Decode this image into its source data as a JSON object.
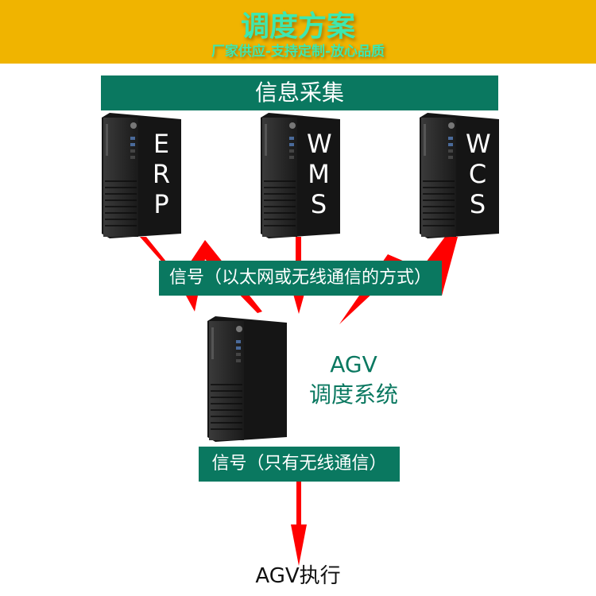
{
  "header": {
    "title": "调度方案",
    "subtitle": "厂家供应-支持定制-放心品质"
  },
  "collect_label": "信息采集",
  "sources": [
    {
      "letters": [
        "E",
        "R",
        "P"
      ]
    },
    {
      "letters": [
        "W",
        "M",
        "S"
      ]
    },
    {
      "letters": [
        "W",
        "C",
        "S"
      ]
    }
  ],
  "signal_top": "信号（以太网或无线通信的方式）",
  "center": {
    "line1": "AGV",
    "line2": "调度系统"
  },
  "signal_bottom": "信号（只有无线通信）",
  "execute": "AGV执行",
  "colors": {
    "header": "#F0B400",
    "green": "#0A7860",
    "arrow": "#FF0000"
  }
}
